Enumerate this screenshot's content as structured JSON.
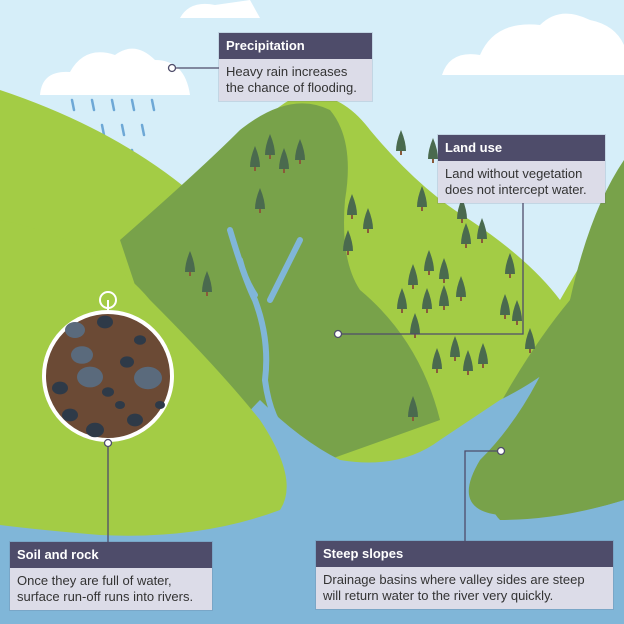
{
  "callouts": {
    "precipitation": {
      "title": "Precipitation",
      "body": "Heavy rain increases the chance of flooding."
    },
    "land_use": {
      "title": "Land use",
      "body": "Land without vegetation does not intercept water."
    },
    "soil_rock": {
      "title": "Soil and rock",
      "body": "Once they are full of water, surface run-off runs into rivers."
    },
    "steep_slopes": {
      "title": "Steep slopes",
      "body": "Drainage basins where valley sides are steep will return water to the river very quickly."
    }
  },
  "colors": {
    "sky": "#d6eef9",
    "light_green": "#a3cc45",
    "dark_green": "#78a24a",
    "water": "#80b6d8",
    "callout_header": "#4e4c6a",
    "callout_body": "#dcdce8"
  }
}
